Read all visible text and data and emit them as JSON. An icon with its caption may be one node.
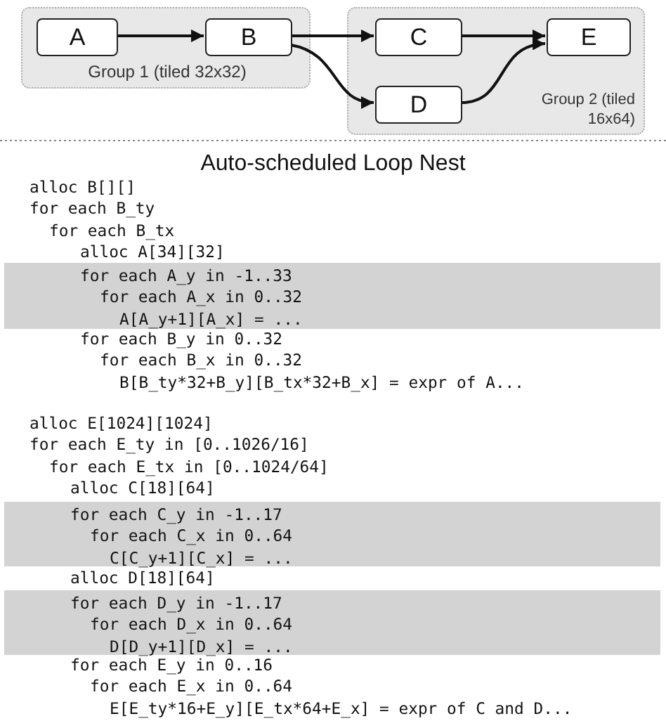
{
  "diagram": {
    "nodes": [
      {
        "text": [
          "Group 1 (tiled 32x32)"
        ]
      },
      {
        "text": [
          "A"
        ],
        "in": 0
      },
      {
        "text": [
          "B"
        ],
        "in": 0
      },
      {
        "text": [
          "Group 2 (tiled 16x64)"
        ]
      },
      {
        "text": [
          "C"
        ],
        "in": 3
      },
      {
        "text": [
          "D"
        ],
        "in": 3
      },
      {
        "text": [
          "E"
        ],
        "in": 3
      },
      {
        "text": [
          "for each A_y in -1..33",
          "for each A_x in 0..32",
          "A[A_y+1][A_x] = ..."
        ]
      },
      {
        "text": [
          "for each C_y in -1..17",
          "for each C_x in 0..64",
          "C[C_y+1][C_x] = ..."
        ]
      },
      {
        "text": [
          "for each D_y in -1..17",
          "for each D_x in 0..64",
          "D[D_y+1][D_x] = ..."
        ]
      }
    ],
    "edges": [
      {
        "from": 1,
        "to": 2,
        "arrow": "to"
      },
      {
        "from": 2,
        "to": 4,
        "arrow": "to"
      },
      {
        "from": 2,
        "to": 5,
        "arrow": "to"
      },
      {
        "from": 4,
        "to": 6,
        "arrow": "to"
      },
      {
        "from": 5,
        "to": 6,
        "arrow": "to"
      }
    ],
    "labels": [
      "Auto-scheduled Loop Nest",
      "alloc B[][]",
      "for each B_ty",
      "for each B_tx",
      "alloc A[34][32]",
      "for each B_y in 0..32",
      "for each B_x in 0..32",
      "B[B_ty*32+B_y][B_tx*32+B_x] = expr of A...",
      "alloc E[1024][1024]",
      "for each E_ty in [0..1026/16]",
      "for each E_tx in [0..1024/64]",
      "alloc C[18][64]",
      "alloc D[18][64]",
      "for each E_y in 0..16",
      "for each E_x in 0..64",
      "E[E_ty*16+E_y][E_tx*64+E_x] = expr of C and D..."
    ]
  }
}
